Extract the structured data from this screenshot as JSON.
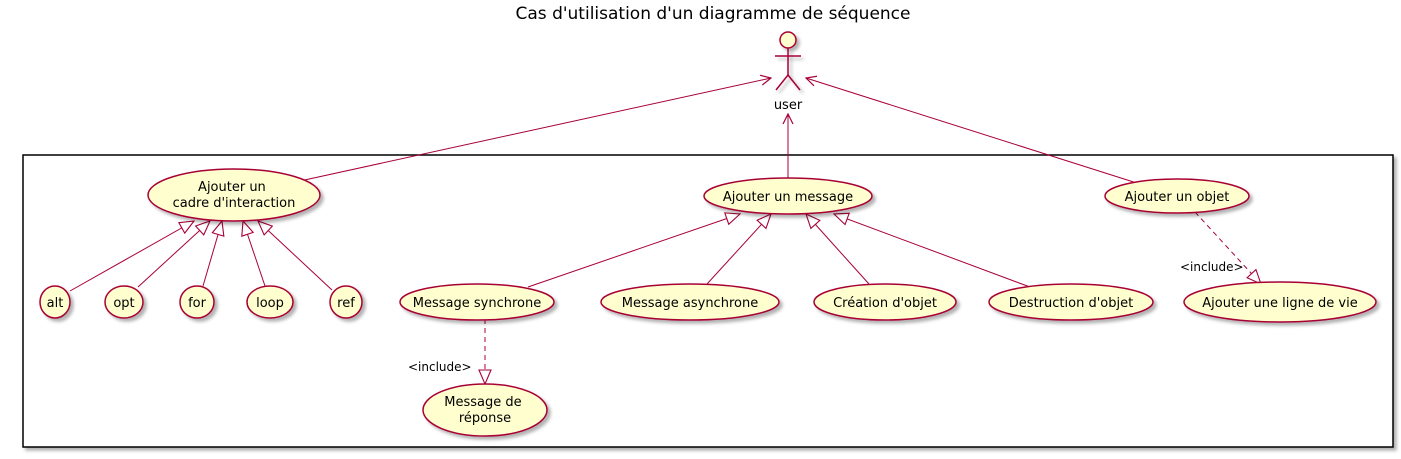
{
  "title": "Cas d'utilisation d'un diagramme de séquence",
  "actor": {
    "name": "user"
  },
  "use_cases": {
    "cadre": [
      "Ajouter un",
      "cadre d'interaction"
    ],
    "message": [
      "Ajouter un message"
    ],
    "objet": [
      "Ajouter un objet"
    ],
    "alt": [
      "alt"
    ],
    "opt": [
      "opt"
    ],
    "for": [
      "for"
    ],
    "loop": [
      "loop"
    ],
    "ref": [
      "ref"
    ],
    "synchrone": [
      "Message synchrone"
    ],
    "asynchrone": [
      "Message asynchrone"
    ],
    "creation": [
      "Création d'objet"
    ],
    "destruction": [
      "Destruction d'objet"
    ],
    "ligne_de_vie": [
      "Ajouter une ligne de vie"
    ],
    "reponse": [
      "Message de",
      "réponse"
    ]
  },
  "include_label": "<include>",
  "colors": {
    "usecase_fill": "#FEFECE",
    "stroke": "#A80036",
    "shadow": "#C0C0C0",
    "frame": "#000000"
  }
}
